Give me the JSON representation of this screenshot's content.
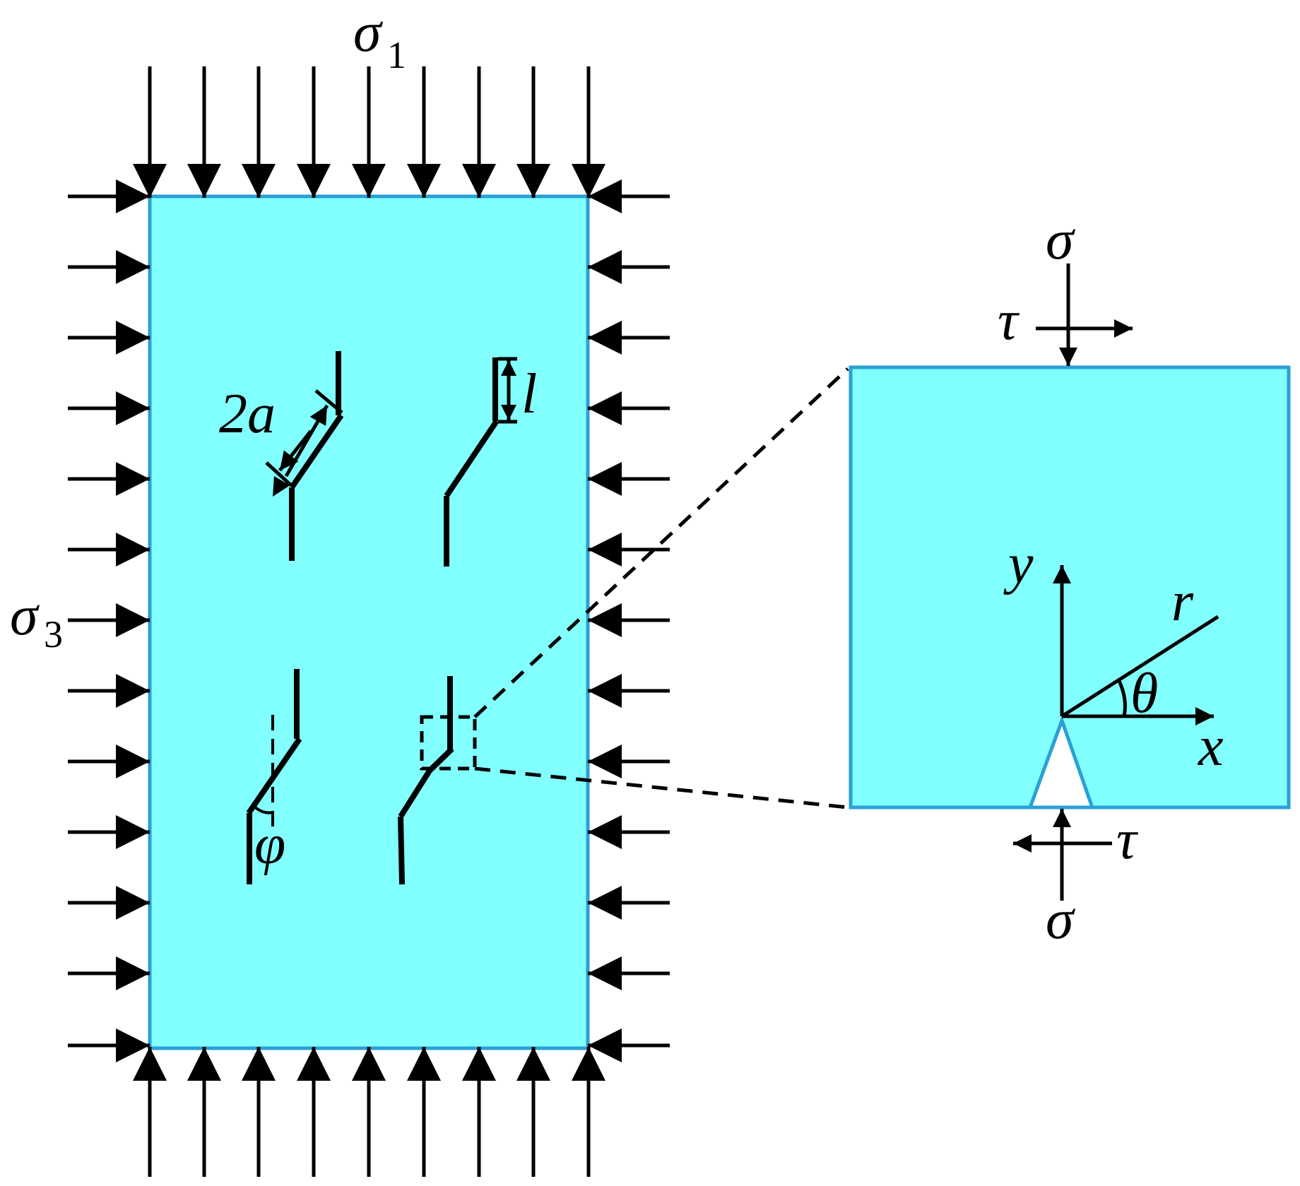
{
  "labels": {
    "sigma1": "σ",
    "sigma1_sub": "1",
    "sigma3": "σ",
    "sigma3_sub": "3",
    "two_a": "2a",
    "l": "l",
    "phi": "φ",
    "sigma_top": "σ",
    "tau_top": "τ",
    "sigma_bottom": "σ",
    "tau_bottom": "τ",
    "x": "x",
    "y": "y",
    "r": "r",
    "theta": "θ"
  },
  "colors": {
    "specimen_fill": "#82ffff",
    "specimen_border": "#2aa0d6",
    "ink": "#000000",
    "notch_fill": "#ffffff"
  }
}
